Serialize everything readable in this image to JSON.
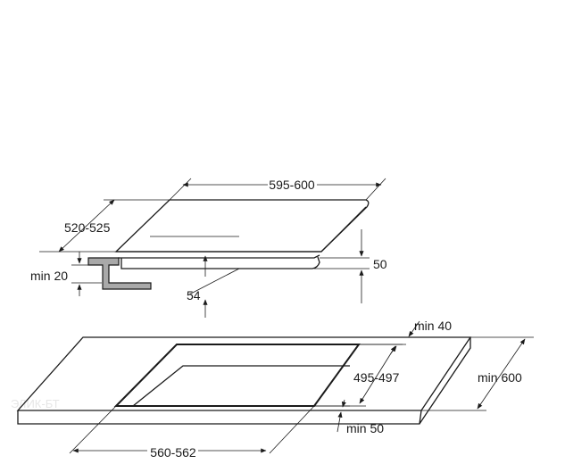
{
  "watermark": "ЭЛИК-БТ",
  "hob": {
    "width": "595-600",
    "depth": "520-525",
    "height": "50",
    "recess": "54",
    "clearance": "min 20"
  },
  "worktop": {
    "rear_gap": "min 40",
    "cutout_depth": "495-497",
    "depth": "min 600",
    "front_gap": "min 50",
    "cutout_width": "560-562"
  }
}
